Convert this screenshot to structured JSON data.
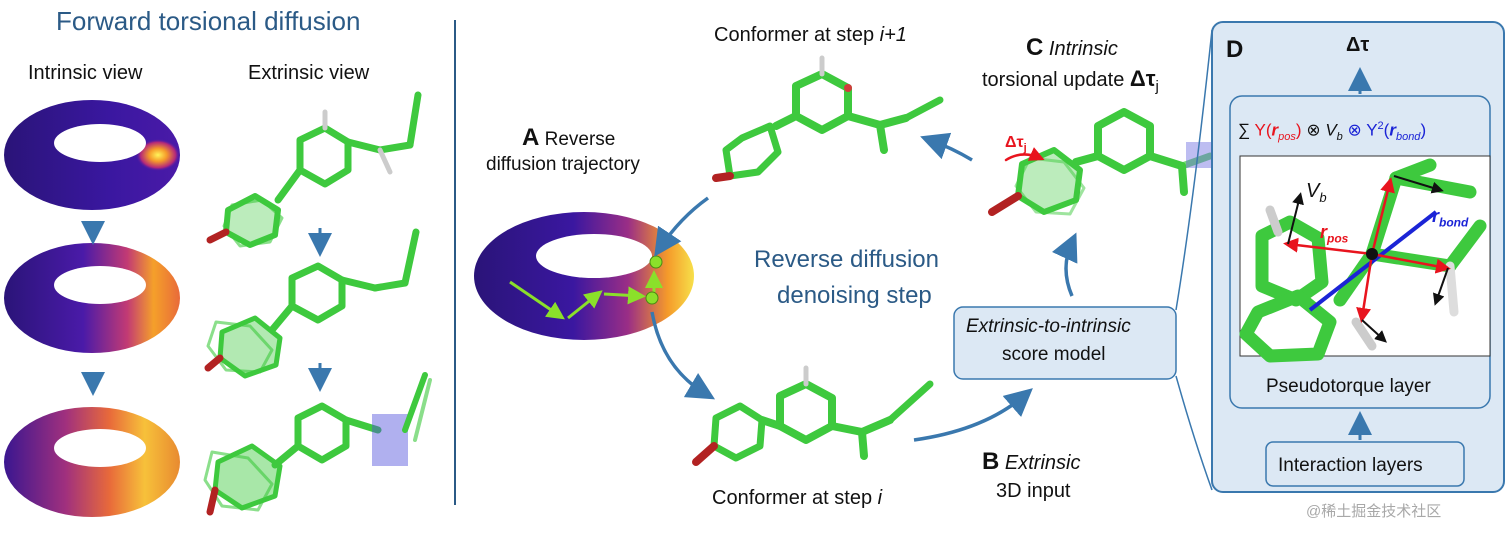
{
  "left_panel": {
    "title": "Forward torsional diffusion",
    "intrinsic_label": "Intrinsic view",
    "extrinsic_label": "Extrinsic view"
  },
  "panel_a": {
    "letter": "A",
    "line1": "Reverse",
    "line2": "diffusion trajectory"
  },
  "center_text": {
    "line1": "Reverse diffusion",
    "line2": "denoising step"
  },
  "conformer_top": {
    "prefix": "Conformer at step ",
    "step": "i+1"
  },
  "conformer_bottom": {
    "prefix": "Conformer at step ",
    "step": "i"
  },
  "panel_b": {
    "letter": "B",
    "word": "Extrinsic",
    "line2": "3D input"
  },
  "panel_c": {
    "letter": "C",
    "word": "Intrinsic",
    "line2": "torsional update ",
    "symbol": "Δτ",
    "sub": "j"
  },
  "delta_label": {
    "symbol": "Δτ",
    "sub": "j"
  },
  "score_model": {
    "line1": "Extrinsic-to-intrinsic",
    "line2": "score model"
  },
  "panel_d": {
    "letter": "D",
    "output": "Δτ",
    "formula": {
      "sum": "∑",
      "y1": "Y(",
      "rpos_r": "r",
      "rpos_sub": "pos",
      "close1": ")",
      "otimes1": "⊗",
      "v": "V",
      "v_sub": "b",
      "otimes2": "⊗",
      "y2": "Y",
      "y2_sup": "2",
      "open2": "(",
      "rbond_r": "r",
      "rbond_sub": "bond",
      "close2": ")"
    },
    "vb": {
      "v": "V",
      "sub": "b"
    },
    "rpos": {
      "r": "r",
      "sub": "pos"
    },
    "rbond": {
      "r": "r",
      "sub": "bond"
    },
    "pseudotorque_label": "Pseudotorque layer",
    "interaction_label": "Interaction layers"
  },
  "watermark": "@稀土掘金技术社区",
  "colors": {
    "title_blue": "#2b5a86",
    "arrow_blue": "#3a78ae",
    "molecule_green": "#3ec93e",
    "box_fill": "#dce8f4",
    "box_border": "#3a78ae",
    "red_vector": "#e8141e",
    "bond_blue": "#1b24d6"
  }
}
